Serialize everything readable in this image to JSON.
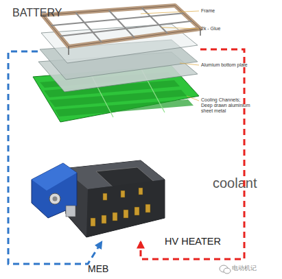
{
  "diagram": {
    "nodes": [
      {
        "text": [
          "BATTERY"
        ]
      },
      {
        "text": [
          "HV HEATER"
        ]
      }
    ],
    "edges": [
      {
        "from": 0,
        "to": 1,
        "arrow": "to"
      },
      {
        "from": 0,
        "to": 1,
        "arrow": "to"
      }
    ],
    "labels": [
      "Frame",
      "2k - Glue",
      "Alumium bottom plate",
      "Cooling Channels; Deep drawn aluminium sheet metal",
      "coolant",
      "MEB",
      "电动机记"
    ]
  }
}
